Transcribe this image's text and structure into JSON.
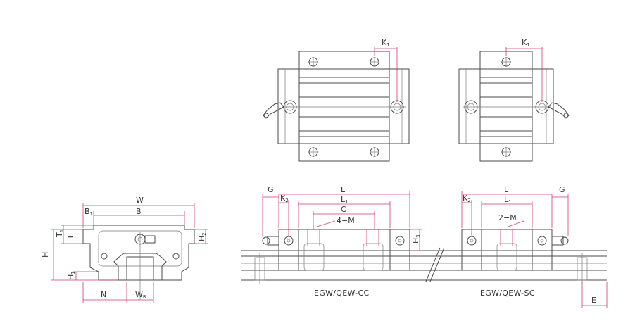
{
  "colors": {
    "line": "#4a4a4a",
    "dimension": "#d23c6e",
    "text": "#333333",
    "background": "#ffffff"
  },
  "labels": {
    "K1": "K",
    "K1_sub": "1",
    "K2": "K",
    "K2_sub": "2",
    "W": "W",
    "B": "B",
    "B1": "B",
    "B1_sub": "1",
    "H": "H",
    "H1": "H",
    "H1_sub": "1",
    "H2": "H",
    "H2_sub": "2",
    "H3": "H",
    "H3_sub": "3",
    "T": "T",
    "T1": "T",
    "T1_sub": "1",
    "N": "N",
    "WR": "W",
    "WR_sub": "R",
    "G": "G",
    "L": "L",
    "L1": "L",
    "L1_sub": "1",
    "C": "C",
    "E": "E",
    "M4": "4−M",
    "M2": "2−M"
  },
  "captions": {
    "cc": "EGW/QEW-CC",
    "sc": "EGW/QEW-SC"
  }
}
